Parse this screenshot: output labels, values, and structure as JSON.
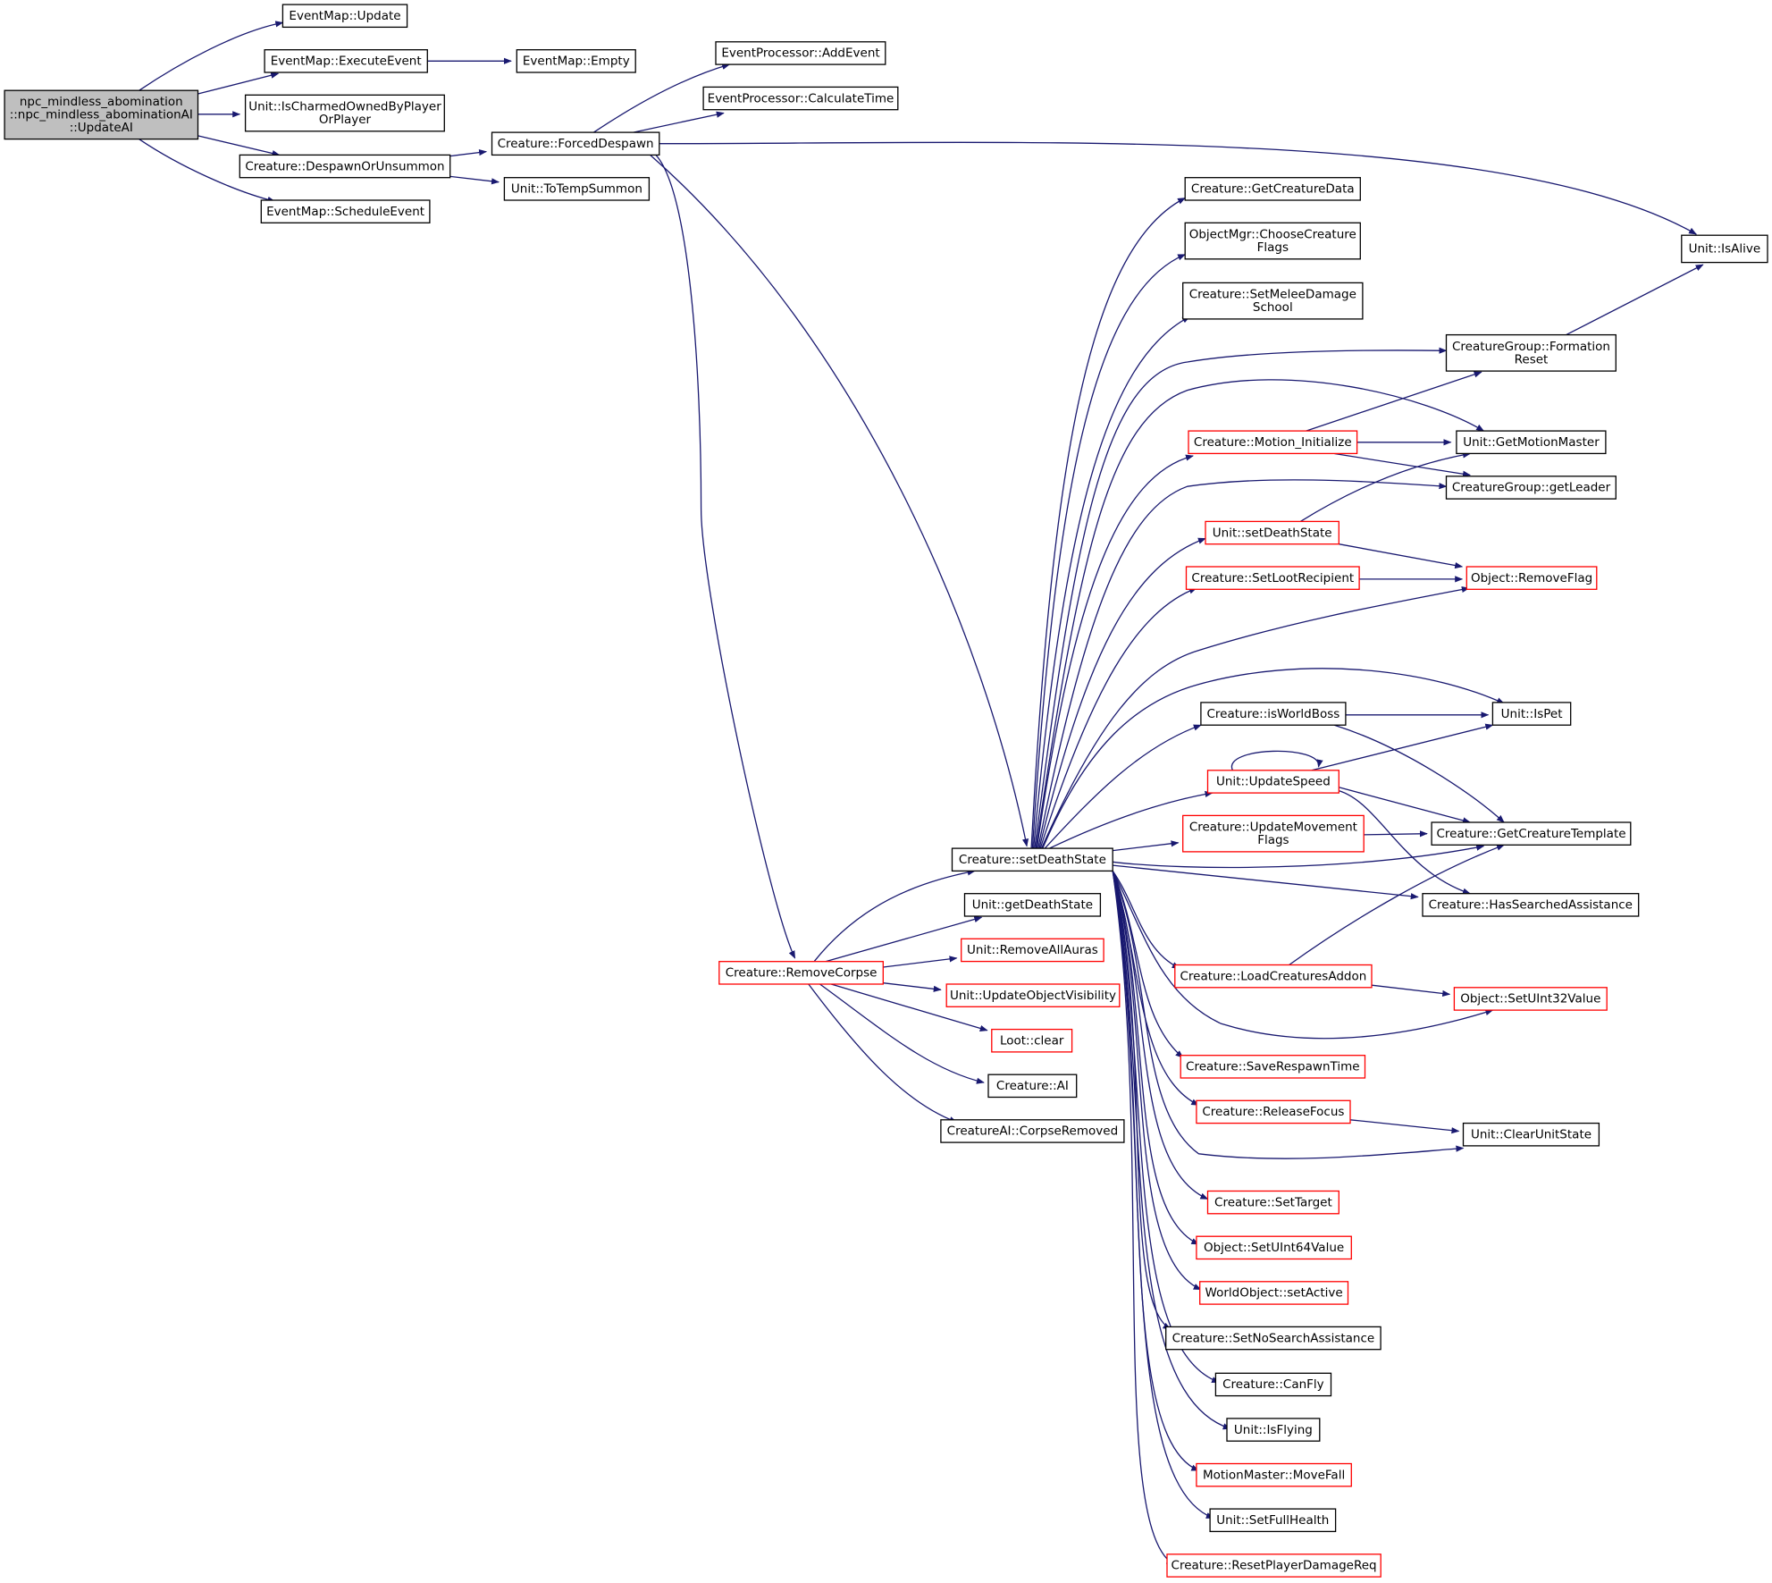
{
  "graph": {
    "colors": {
      "edge": "#191970",
      "root_fill": "#bfbfbf",
      "black_border": "#000000",
      "red_border": "#ff0000"
    },
    "nodes": [
      {
        "id": "root",
        "lines": [
          "npc_mindless_abomination",
          "::npc_mindless_abominationAI",
          "::UpdateAI"
        ],
        "border": "root"
      },
      {
        "id": "em_update",
        "lines": [
          "EventMap::Update"
        ],
        "border": "black"
      },
      {
        "id": "em_execute",
        "lines": [
          "EventMap::ExecuteEvent"
        ],
        "border": "black"
      },
      {
        "id": "em_empty",
        "lines": [
          "EventMap::Empty"
        ],
        "border": "black"
      },
      {
        "id": "u_charmed",
        "lines": [
          "Unit::IsCharmedOwnedByPlayer",
          "OrPlayer"
        ],
        "border": "black"
      },
      {
        "id": "c_despawn",
        "lines": [
          "Creature::DespawnOrUnsummon"
        ],
        "border": "black"
      },
      {
        "id": "em_schedule",
        "lines": [
          "EventMap::ScheduleEvent"
        ],
        "border": "black"
      },
      {
        "id": "c_forced",
        "lines": [
          "Creature::ForcedDespawn"
        ],
        "border": "black"
      },
      {
        "id": "u_totemp",
        "lines": [
          "Unit::ToTempSummon"
        ],
        "border": "black"
      },
      {
        "id": "ep_add",
        "lines": [
          "EventProcessor::AddEvent"
        ],
        "border": "black"
      },
      {
        "id": "ep_calc",
        "lines": [
          "EventProcessor::CalculateTime"
        ],
        "border": "black"
      },
      {
        "id": "u_isalive",
        "lines": [
          "Unit::IsAlive"
        ],
        "border": "black"
      },
      {
        "id": "c_getdata",
        "lines": [
          "Creature::GetCreatureData"
        ],
        "border": "black"
      },
      {
        "id": "om_choose",
        "lines": [
          "ObjectMgr::ChooseCreature",
          "Flags"
        ],
        "border": "black"
      },
      {
        "id": "c_setmelee",
        "lines": [
          "Creature::SetMeleeDamage",
          "School"
        ],
        "border": "black"
      },
      {
        "id": "cg_formreset",
        "lines": [
          "CreatureGroup::Formation",
          "Reset"
        ],
        "border": "black"
      },
      {
        "id": "c_motion",
        "lines": [
          "Creature::Motion_Initialize"
        ],
        "border": "red"
      },
      {
        "id": "u_getmotion",
        "lines": [
          "Unit::GetMotionMaster"
        ],
        "border": "black"
      },
      {
        "id": "cg_getleader",
        "lines": [
          "CreatureGroup::getLeader"
        ],
        "border": "black"
      },
      {
        "id": "u_setdeath",
        "lines": [
          "Unit::setDeathState"
        ],
        "border": "red"
      },
      {
        "id": "c_setloot",
        "lines": [
          "Creature::SetLootRecipient"
        ],
        "border": "red"
      },
      {
        "id": "o_removeflag",
        "lines": [
          "Object::RemoveFlag"
        ],
        "border": "red"
      },
      {
        "id": "c_worldboss",
        "lines": [
          "Creature::isWorldBoss"
        ],
        "border": "black"
      },
      {
        "id": "u_ispet",
        "lines": [
          "Unit::IsPet"
        ],
        "border": "black"
      },
      {
        "id": "u_updspeed",
        "lines": [
          "Unit::UpdateSpeed"
        ],
        "border": "red"
      },
      {
        "id": "c_updmove",
        "lines": [
          "Creature::UpdateMovement",
          "Flags"
        ],
        "border": "red"
      },
      {
        "id": "c_gettemplate",
        "lines": [
          "Creature::GetCreatureTemplate"
        ],
        "border": "black"
      },
      {
        "id": "c_setdeath",
        "lines": [
          "Creature::setDeathState"
        ],
        "border": "black"
      },
      {
        "id": "c_hassearched",
        "lines": [
          "Creature::HasSearchedAssistance"
        ],
        "border": "black"
      },
      {
        "id": "u_getdeath",
        "lines": [
          "Unit::getDeathState"
        ],
        "border": "black"
      },
      {
        "id": "u_removeauras",
        "lines": [
          "Unit::RemoveAllAuras"
        ],
        "border": "red"
      },
      {
        "id": "c_removecorpse",
        "lines": [
          "Creature::RemoveCorpse"
        ],
        "border": "red"
      },
      {
        "id": "u_updvis",
        "lines": [
          "Unit::UpdateObjectVisibility"
        ],
        "border": "red"
      },
      {
        "id": "c_loadaddon",
        "lines": [
          "Creature::LoadCreaturesAddon"
        ],
        "border": "red"
      },
      {
        "id": "o_setuint32",
        "lines": [
          "Object::SetUInt32Value"
        ],
        "border": "red"
      },
      {
        "id": "loot_clear",
        "lines": [
          "Loot::clear"
        ],
        "border": "red"
      },
      {
        "id": "c_ai",
        "lines": [
          "Creature::AI"
        ],
        "border": "black"
      },
      {
        "id": "c_saverespawn",
        "lines": [
          "Creature::SaveRespawnTime"
        ],
        "border": "red"
      },
      {
        "id": "cai_corpse",
        "lines": [
          "CreatureAI::CorpseRemoved"
        ],
        "border": "black"
      },
      {
        "id": "c_releasefocus",
        "lines": [
          "Creature::ReleaseFocus"
        ],
        "border": "red"
      },
      {
        "id": "u_clearstate",
        "lines": [
          "Unit::ClearUnitState"
        ],
        "border": "black"
      },
      {
        "id": "c_settarget",
        "lines": [
          "Creature::SetTarget"
        ],
        "border": "red"
      },
      {
        "id": "o_setuint64",
        "lines": [
          "Object::SetUInt64Value"
        ],
        "border": "red"
      },
      {
        "id": "wo_setactive",
        "lines": [
          "WorldObject::setActive"
        ],
        "border": "red"
      },
      {
        "id": "c_setnosearch",
        "lines": [
          "Creature::SetNoSearchAssistance"
        ],
        "border": "black"
      },
      {
        "id": "c_canfly",
        "lines": [
          "Creature::CanFly"
        ],
        "border": "black"
      },
      {
        "id": "u_isflying",
        "lines": [
          "Unit::IsFlying"
        ],
        "border": "black"
      },
      {
        "id": "mm_movefall",
        "lines": [
          "MotionMaster::MoveFall"
        ],
        "border": "red"
      },
      {
        "id": "u_setfullhealth",
        "lines": [
          "Unit::SetFullHealth"
        ],
        "border": "black"
      },
      {
        "id": "c_resetdmg",
        "lines": [
          "Creature::ResetPlayerDamageReq"
        ],
        "border": "red"
      }
    ]
  }
}
